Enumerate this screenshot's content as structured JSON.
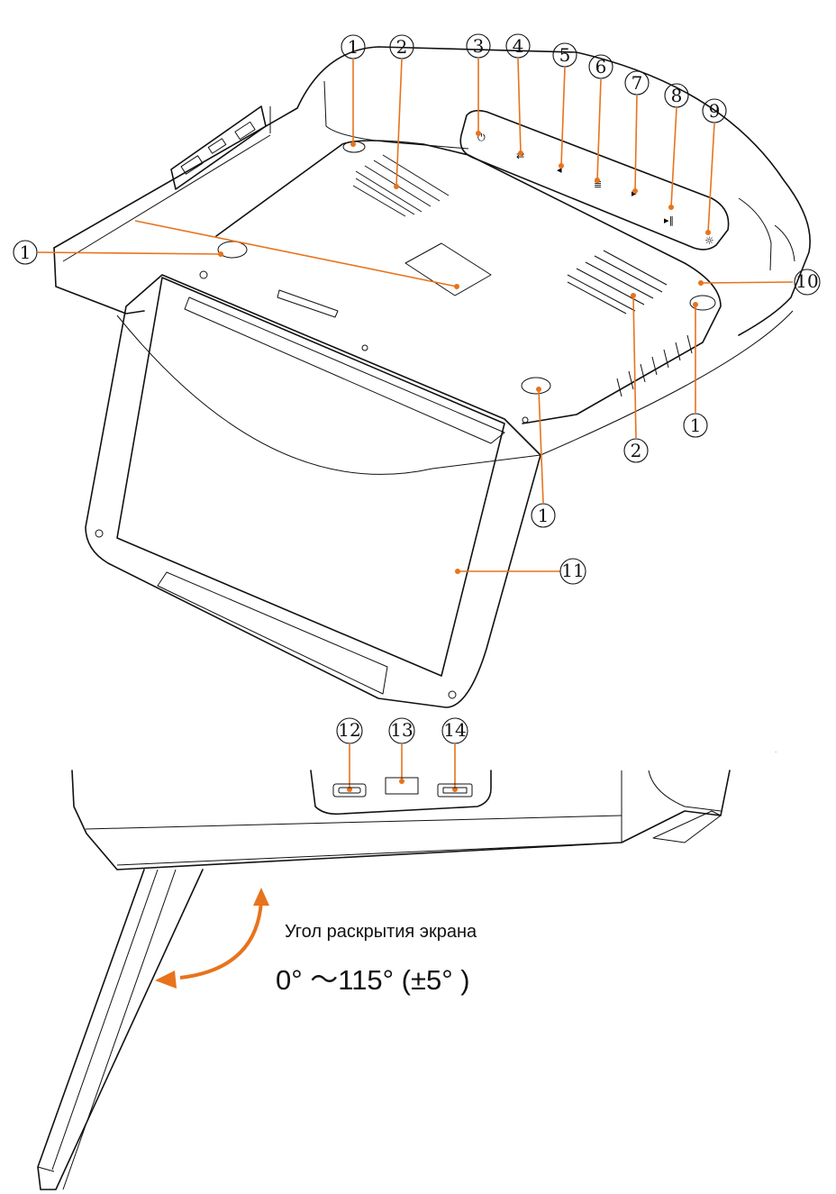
{
  "callouts": {
    "c1": "1",
    "c2": "2",
    "c3": "3",
    "c4": "4",
    "c5": "5",
    "c6": "6",
    "c7": "7",
    "c8": "8",
    "c9": "9",
    "c10": "10",
    "c11": "11",
    "c12": "12",
    "c13": "13",
    "c14": "14"
  },
  "angle": {
    "label": "Угол раскрытия экрана",
    "range": "0° ～115° (±5° )"
  },
  "colors": {
    "accent": "#e8731c",
    "line": "#111111"
  }
}
